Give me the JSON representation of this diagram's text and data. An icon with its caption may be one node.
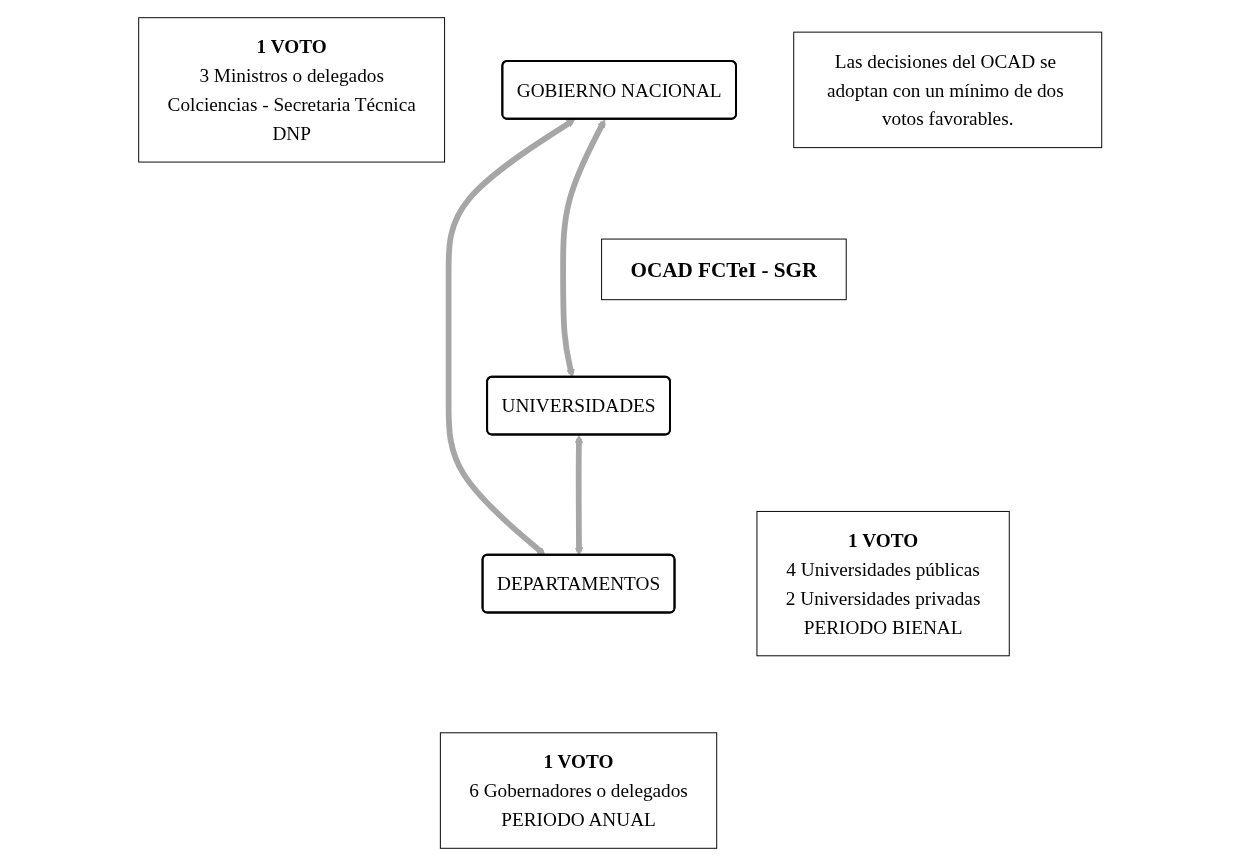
{
  "diagram": {
    "nodes": [
      {
        "text": [
          "1 VOTO",
          "3 Ministros o delegados",
          "Colciencias - Secretaria Técnica",
          "DNP"
        ]
      },
      {
        "text": [
          "GOBIERNO NACIONAL"
        ]
      },
      {
        "text": [
          "Las decisiones del OCAD se adoptan con un mínimo de dos votos favorables."
        ]
      },
      {
        "text": [
          "OCAD FCTeI - SGR"
        ]
      },
      {
        "text": [
          "UNIVERSIDADES"
        ]
      },
      {
        "text": [
          "DEPARTAMENTOS"
        ]
      },
      {
        "text": [
          "1 VOTO",
          "4 Universidades públicas",
          "2 Universidades privadas",
          "PERIODO BIENAL"
        ]
      },
      {
        "text": [
          "1 VOTO",
          "6 Gobernadores o delegados",
          "PERIODO ANUAL"
        ]
      }
    ],
    "edges": [
      {
        "from": 1,
        "to": 4,
        "arrow": "both"
      },
      {
        "from": 1,
        "to": 5,
        "arrow": "both"
      },
      {
        "from": 4,
        "to": 5,
        "arrow": "both"
      }
    ]
  }
}
